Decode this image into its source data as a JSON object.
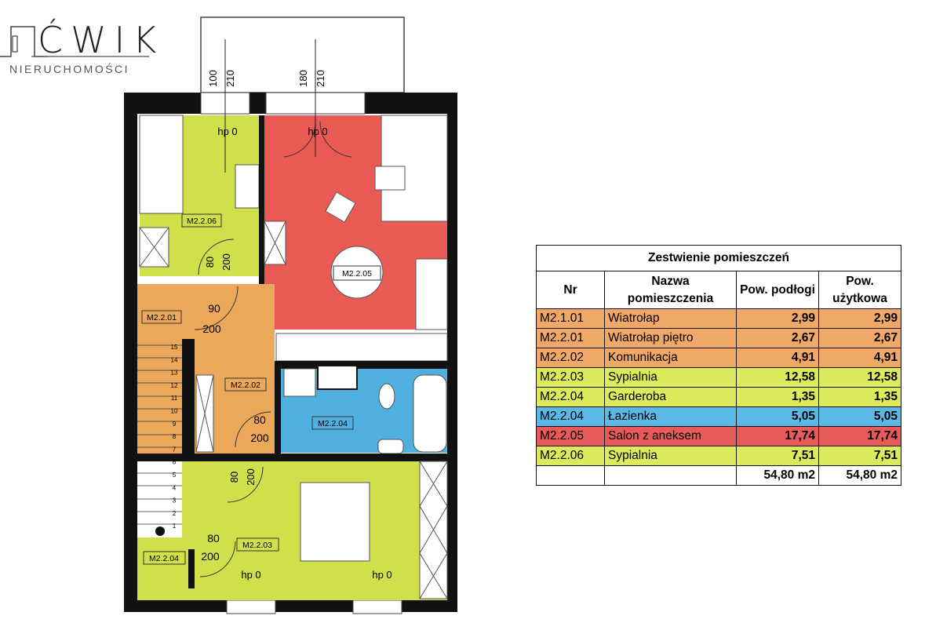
{
  "logo": {
    "brand": "ĆWIK",
    "sub": "NIERUCHOMOŚCI"
  },
  "plan": {
    "balcony_dims": [
      "100",
      "210",
      "180",
      "210"
    ],
    "hp_labels": [
      "hp 0",
      "hp 0",
      "hp 0",
      "hp 0"
    ],
    "rooms": {
      "r0206": "M2.2.06",
      "r0205": "M2.2.05",
      "r0201": "M2.2.01",
      "r0202": "M2.2.02",
      "r0204b": "M2.2.04",
      "r0204g": "M2.2.04",
      "r0203": "M2.2.03"
    },
    "doors": {
      "d1w": "80",
      "d1h": "200",
      "d2w": "90",
      "d2h": "200",
      "d3w": "80",
      "d3h": "200",
      "d4w": "80",
      "d4h": "200",
      "d5w": "80",
      "d5h": "200"
    },
    "stairs": [
      "15",
      "14",
      "13",
      "12",
      "11",
      "10",
      "9",
      "8",
      "7",
      "6",
      "5",
      "4",
      "3",
      "2",
      "1"
    ],
    "colors": {
      "green": "#cfe04a",
      "red": "#ea5a55",
      "orange": "#eba85b",
      "blue": "#4fb0e0"
    }
  },
  "table": {
    "title": "Zestwienie pomieszczeń",
    "headers": [
      "Nr",
      "Nazwa pomieszczenia",
      "Pow. podłogi",
      "Pow. użytkowa"
    ],
    "rows": [
      {
        "nr": "M2.1.01",
        "name": "Wiatrołap",
        "floor": "2,99",
        "usable": "2,99",
        "color": "#f0a868"
      },
      {
        "nr": "M2.2.01",
        "name": "Wiatrołap piętro",
        "floor": "2,67",
        "usable": "2,67",
        "color": "#f0a868"
      },
      {
        "nr": "M2.2.02",
        "name": "Komunikacja",
        "floor": "4,91",
        "usable": "4,91",
        "color": "#f0a868"
      },
      {
        "nr": "M2.2.03",
        "name": "Sypialnia",
        "floor": "12,58",
        "usable": "12,58",
        "color": "#dcea5c"
      },
      {
        "nr": "M2.2.04",
        "name": "Garderoba",
        "floor": "1,35",
        "usable": "1,35",
        "color": "#dcea5c"
      },
      {
        "nr": "M2.2.04",
        "name": "Łazienka",
        "floor": "5,05",
        "usable": "5,05",
        "color": "#5bb8e6"
      },
      {
        "nr": "M2.2.05",
        "name": "Salon z aneksem",
        "floor": "17,74",
        "usable": "17,74",
        "color": "#e85a5a"
      },
      {
        "nr": "M2.2.06",
        "name": "Sypialnia",
        "floor": "7,51",
        "usable": "7,51",
        "color": "#dcea5c"
      }
    ],
    "total_floor": "54,80 m2",
    "total_usable": "54,80 m2"
  }
}
